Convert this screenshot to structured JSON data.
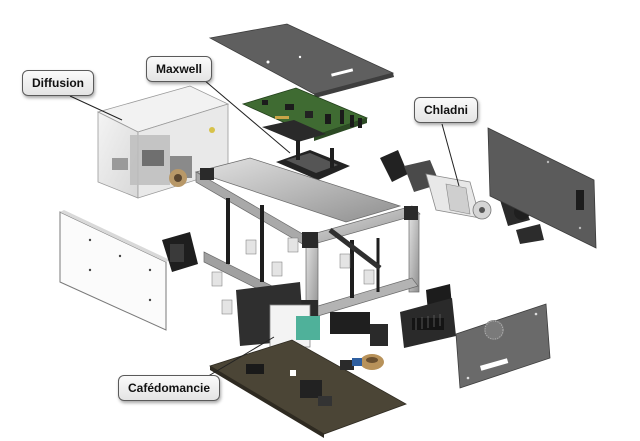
{
  "labels": {
    "diffusion": "Diffusion",
    "maxwell": "Maxwell",
    "chladni": "Chladni",
    "cafedomancie": "Cafédomancie"
  },
  "colors": {
    "background": "#ffffff",
    "panel_dark": "#5e5e5e",
    "frame_aluminum": "#c4c4c4",
    "frame_dark": "#2b2b2b",
    "pcb_green": "#3f6b32",
    "teal_cup": "#4fb19a",
    "callout_border": "#5a5a5a",
    "leader_line": "#222222"
  },
  "icons": [
    "exploded-assembly-diagram"
  ]
}
